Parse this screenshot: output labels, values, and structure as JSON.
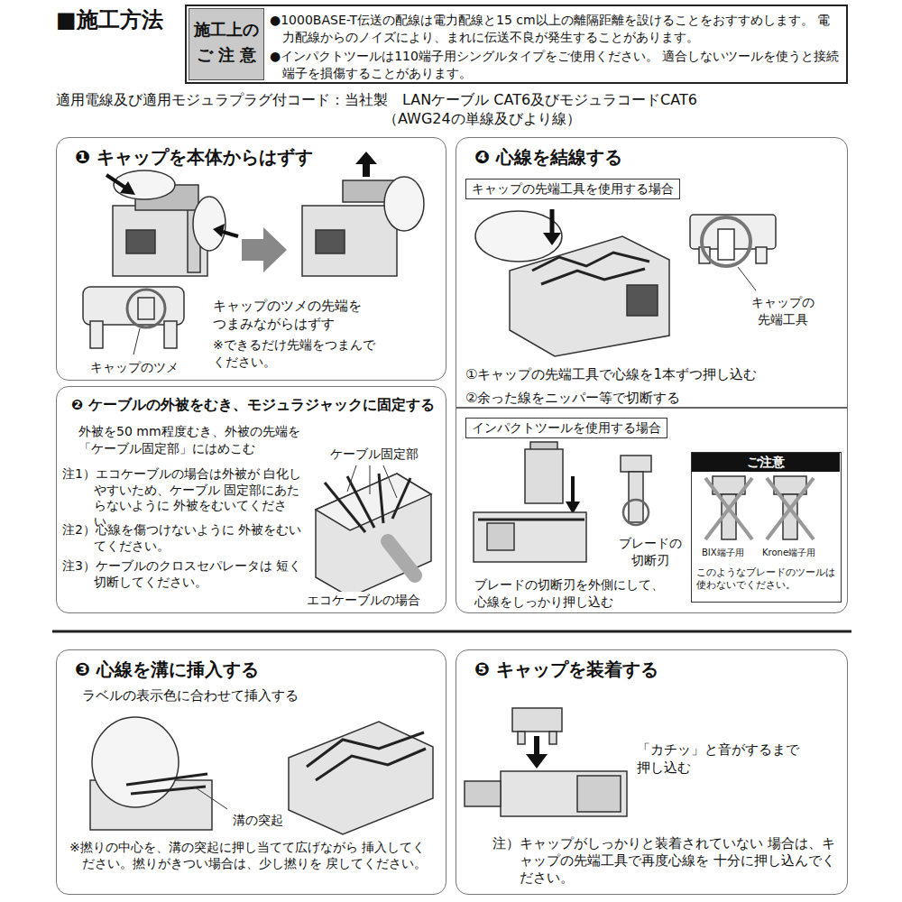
{
  "diagram": {
    "title": "■施工方法",
    "nodes": [
      {
        "text": [
          "●1000BASE-T伝送の配線は電力配線と15 cm以上の離隔距離を設けることをおすすめします。 電力配線からのノイズにより、まれに伝送不良が発生することがあります。",
          "●インパクトツールは110端子用シングルタイプをご使用ください。 適合しないツールを使うと接続端子を損傷することがあります。"
        ]
      },
      {
        "text": [
          "施工上の ご 注 意"
        ],
        "in": 0
      },
      {
        "text": [
          "❶ キャップを本体からはずす",
          "キャップのツメの先端を つまみながらはずす",
          "※できるだけ先端をつまんで ください。"
        ]
      },
      {
        "text": [
          "❷ ケーブルの外被をむき、モジュラジャックに固定する",
          "外被を50 mm程度むき、外被の先端を 「ケーブル固定部」にはめこむ",
          "注1）エコケーブルの場合は外被が 白化しやすいため、ケーブル 固定部にあたらないように 外被をむいてください。",
          "注2）心線を傷つけないように 外被をむいてください。",
          "注3）ケーブルのクロスセパレータは 短く切断してください。"
        ]
      },
      {
        "text": [
          "❹ 心線を結線する",
          "①キャップの先端工具で心線を1本ずつ押し込む",
          "②余った線をニッパー等で切断する",
          "ブレードの切断刃を外側にして、 心線をしっかり押し込む"
        ]
      },
      {
        "text": [
          "キャップの先端工具を使用する場合"
        ],
        "in": 4
      },
      {
        "text": [
          "インパクトツールを使用する場合"
        ],
        "in": 4
      },
      {
        "text": [
          "ご注意",
          "このようなブレードのツールは 使わないでください。"
        ],
        "in": 4
      },
      {
        "text": [
          "❸ 心線を溝に挿入する",
          "ラベルの表示色に合わせて挿入する",
          "※撚りの中心を、溝の突起に押し当てて広げながら 挿入してください。撚りがきつい場合は、少し撚りを 戻してください。"
        ]
      },
      {
        "text": [
          "❺ キャップを装着する",
          "「カチッ」と音がするまで 押し込む",
          "注）キャップがしっかりと装着されていない 場合は、キャップの先端工具で再度心線を 十分に押し込んでください。"
        ]
      }
    ],
    "labels": [
      "適用電線及び適用モジュラプラグ付コード：当社製　LANケーブル CAT6及びモジュラコードCAT6",
      "（AWG24の単線及びより線）",
      "キャップのツメ",
      "ケーブル固定部",
      "エコケーブルの場合",
      "キャップの 先端工具",
      "ブレードの 切断刃",
      "BIX端子用",
      "Krone端子用",
      "溝の突起"
    ]
  }
}
